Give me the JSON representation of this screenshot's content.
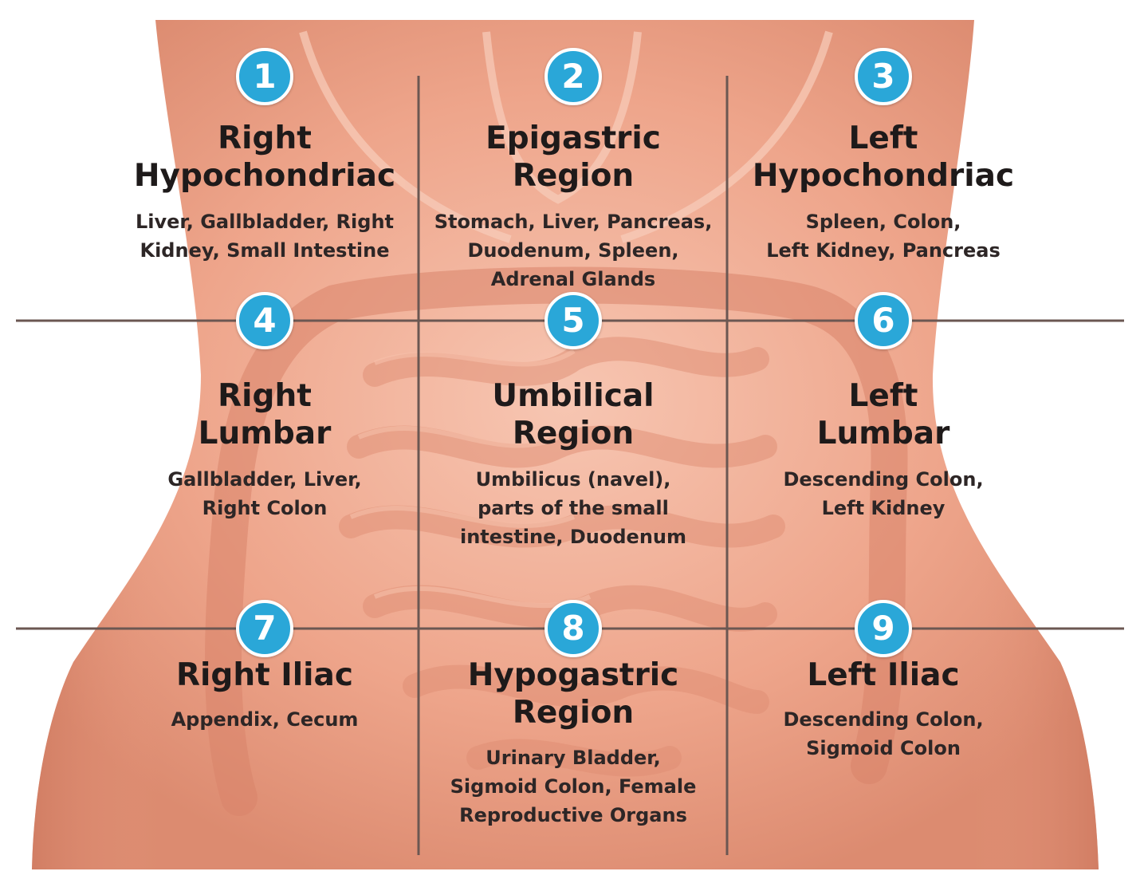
{
  "colors": {
    "skin": "#efa88f",
    "skin_light": "#f6c1ad",
    "skin_shadow": "#d98a70",
    "organ": "#e4927a",
    "grid_line": "#6b5752",
    "badge": "#2aa7d8",
    "background": "#ffffff"
  },
  "regions": [
    {
      "number": "1",
      "title": [
        "Right",
        "Hypochondriac"
      ],
      "organs": [
        "Liver, Gallbladder, Right",
        "Kidney, Small Intestine"
      ]
    },
    {
      "number": "2",
      "title": [
        "Epigastric",
        "Region"
      ],
      "organs": [
        "Stomach, Liver, Pancreas,",
        "Duodenum, Spleen,",
        "Adrenal Glands"
      ]
    },
    {
      "number": "3",
      "title": [
        "Left",
        "Hypochondriac"
      ],
      "organs": [
        "Spleen, Colon,",
        "Left Kidney, Pancreas"
      ]
    },
    {
      "number": "4",
      "title": [
        "Right",
        "Lumbar"
      ],
      "organs": [
        "Gallbladder, Liver,",
        "Right Colon"
      ]
    },
    {
      "number": "5",
      "title": [
        "Umbilical",
        "Region"
      ],
      "organs": [
        "Umbilicus (navel),",
        "parts of the small",
        "intestine, Duodenum"
      ]
    },
    {
      "number": "6",
      "title": [
        "Left",
        "Lumbar"
      ],
      "organs": [
        "Descending Colon,",
        "Left Kidney"
      ]
    },
    {
      "number": "7",
      "title": [
        "Right Iliac"
      ],
      "organs": [
        "Appendix, Cecum"
      ]
    },
    {
      "number": "8",
      "title": [
        "Hypogastric",
        "Region"
      ],
      "organs": [
        "Urinary Bladder,",
        "Sigmoid Colon, Female",
        "Reproductive Organs"
      ]
    },
    {
      "number": "9",
      "title": [
        "Left Iliac"
      ],
      "organs": [
        "Descending Colon,",
        "Sigmoid Colon"
      ]
    }
  ]
}
